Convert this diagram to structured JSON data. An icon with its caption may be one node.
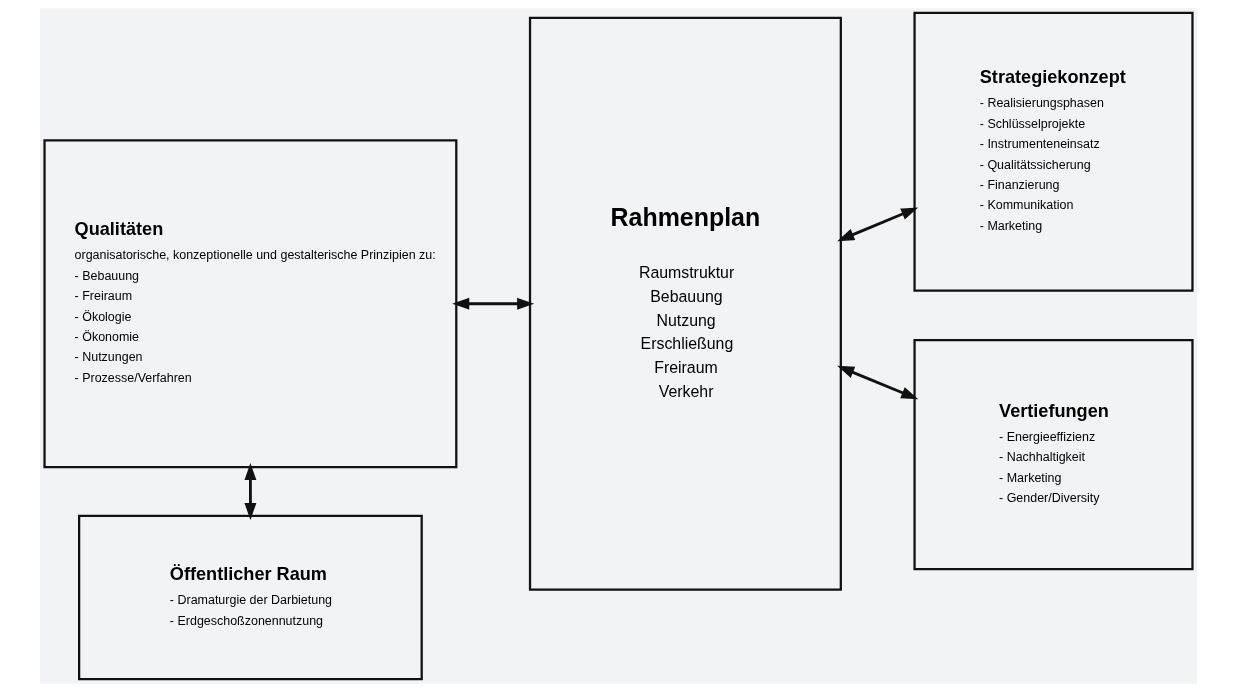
{
  "diagram": {
    "nodes": [
      {
        "text": [
          "Qualitäten",
          "organisatorische, konzeptionelle und gestalterische Prinzipien zu:",
          "- Bebauung",
          "- Freiraum",
          "- Ökologie",
          "- Ökonomie",
          "- Nutzungen",
          "- Prozesse/Verfahren"
        ]
      },
      {
        "text": [
          "Öffentlicher Raum",
          "- Dramaturgie der Darbietung",
          "- Erdgeschoßzonennutzung"
        ]
      },
      {
        "text": [
          "Rahmenplan",
          "Raumstruktur",
          "Bebauung",
          "Nutzung",
          "Erschließung",
          "Freiraum",
          "Verkehr"
        ]
      },
      {
        "text": [
          "Strategiekonzept",
          "- Realisierungsphasen",
          "- Schlüsselprojekte",
          "- Instrumenteneinsatz",
          "- Qualitätssicherung",
          "- Finanzierung",
          "- Kommunikation",
          "- Marketing"
        ]
      },
      {
        "text": [
          "Vertiefungen",
          "- Energieeffizienz",
          "- Nachhaltigkeit",
          "- Marketing",
          "- Gender/Diversity"
        ]
      }
    ],
    "edges": [
      {
        "from": 0,
        "to": 2,
        "arrow": "both"
      },
      {
        "from": 0,
        "to": 1,
        "arrow": "both"
      },
      {
        "from": 2,
        "to": 3,
        "arrow": "both"
      },
      {
        "from": 2,
        "to": 4,
        "arrow": "both"
      }
    ]
  }
}
